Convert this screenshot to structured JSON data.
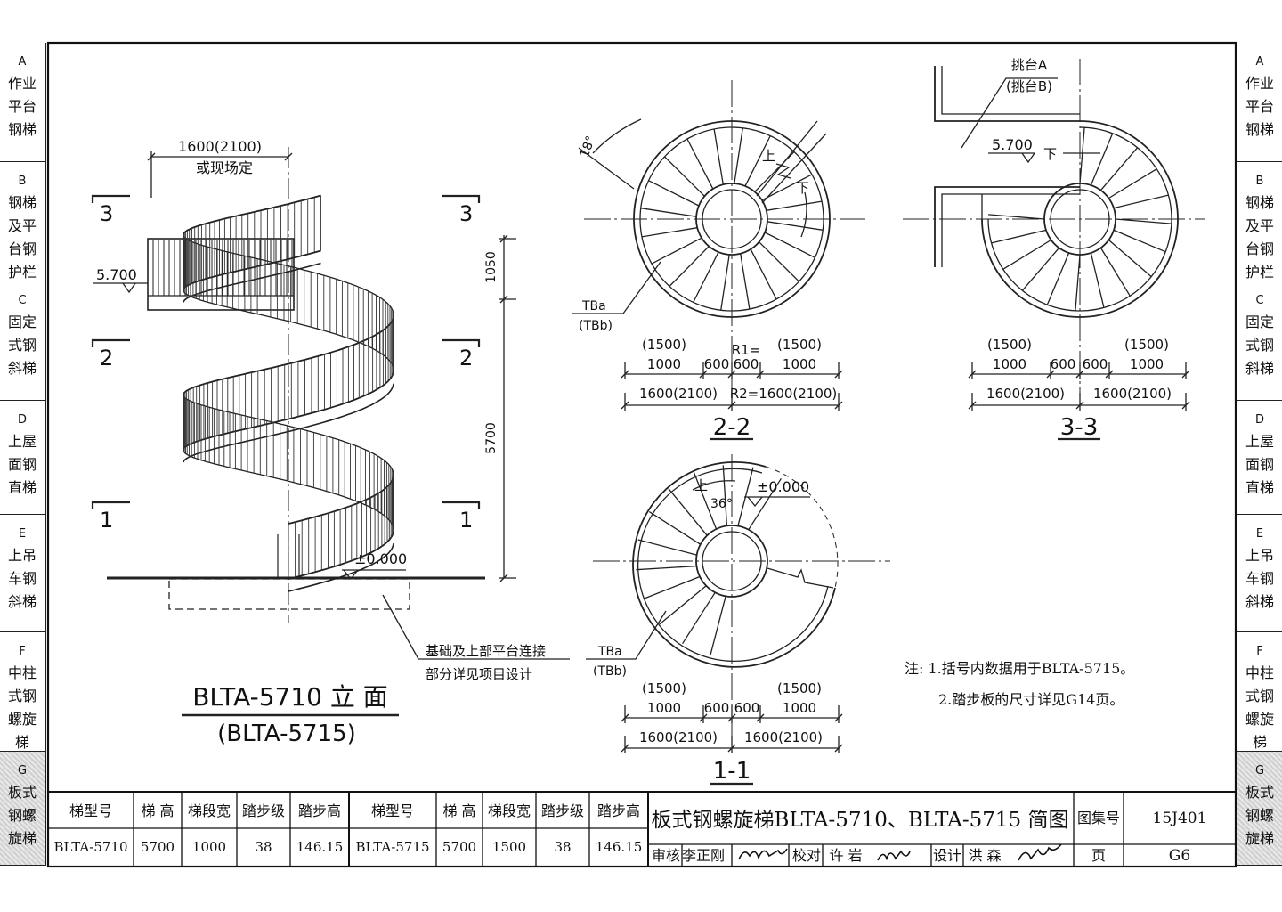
{
  "sidebar": [
    {
      "letter": "A",
      "name": "作业\n平台\n钢梯"
    },
    {
      "letter": "B",
      "name": "钢梯\n及平\n台钢\n护栏"
    },
    {
      "letter": "C",
      "name": "固定\n式钢\n斜梯"
    },
    {
      "letter": "D",
      "name": "上屋\n面钢\n直梯"
    },
    {
      "letter": "E",
      "name": "上吊\n车钢\n斜梯"
    },
    {
      "letter": "F",
      "name": "中柱\n式钢\n螺旋\n梯"
    },
    {
      "letter": "G",
      "name": "板式\n钢螺\n旋梯"
    }
  ],
  "elevation": {
    "width_dim": "1600(2100)",
    "width_note": "或现场定",
    "elev_top": "5.700",
    "elev_ground": "±0.000",
    "dim_1050": "1050",
    "dim_5700": "5700",
    "section_marks": [
      "3",
      "2",
      "1"
    ],
    "foundation_note_1": "基础及上部平台连接",
    "foundation_note_2": "部分详见项目设计",
    "title": "BLTA-5710 立 面",
    "subtitle": "(BLTA-5715)"
  },
  "section_22": {
    "title": "2-2",
    "angle": "18°",
    "up": "上",
    "down": "下",
    "tb": "TBa",
    "tb2": "(TBb)",
    "dims_top": [
      "(1500)",
      "(1500)"
    ],
    "dims_mid": [
      "1000",
      "600",
      "R1=",
      "600",
      "1000"
    ],
    "dims_bot": [
      "1600(2100)",
      "R2=1600(2100)"
    ]
  },
  "section_33": {
    "title": "3-3",
    "platform": "挑台A",
    "platform2": "(挑台B)",
    "elev": "5.700",
    "down": "下",
    "dims_top": [
      "(1500)",
      "(1500)"
    ],
    "dims_mid": [
      "1000",
      "600",
      "600",
      "1000"
    ],
    "dims_bot": [
      "1600(2100)",
      "1600(2100)"
    ]
  },
  "section_11": {
    "title": "1-1",
    "up": "上",
    "angle": "36°",
    "elev": "±0.000",
    "tb": "TBa",
    "tb2": "(TBb)",
    "dims_top": [
      "(1500)",
      "(1500)"
    ],
    "dims_mid": [
      "1000",
      "600",
      "600",
      "1000"
    ],
    "dims_bot": [
      "1600(2100)",
      "1600(2100)"
    ]
  },
  "notes": {
    "line1": "注: 1.括号内数据用于BLTA-5715。",
    "line2": "2.踏步板的尺寸详见G14页。"
  },
  "spec_table": {
    "headers": [
      "梯型号",
      "梯 高",
      "梯段宽",
      "踏步级",
      "踏步高",
      "梯型号",
      "梯 高",
      "梯段宽",
      "踏步级",
      "踏步高"
    ],
    "row": [
      "BLTA-5710",
      "5700",
      "1000",
      "38",
      "146.15",
      "BLTA-5715",
      "5700",
      "1500",
      "38",
      "146.15"
    ]
  },
  "title_block": {
    "title": "板式钢螺旋梯BLTA-5710、BLTA-5715 简图",
    "atlas_label": "图集号",
    "atlas_no": "15J401",
    "review_label": "审核",
    "reviewer": "李正刚",
    "check_label": "校对",
    "checker": "许 岩",
    "design_label": "设计",
    "designer": "洪 森",
    "page_label": "页",
    "page_no": "G6"
  }
}
